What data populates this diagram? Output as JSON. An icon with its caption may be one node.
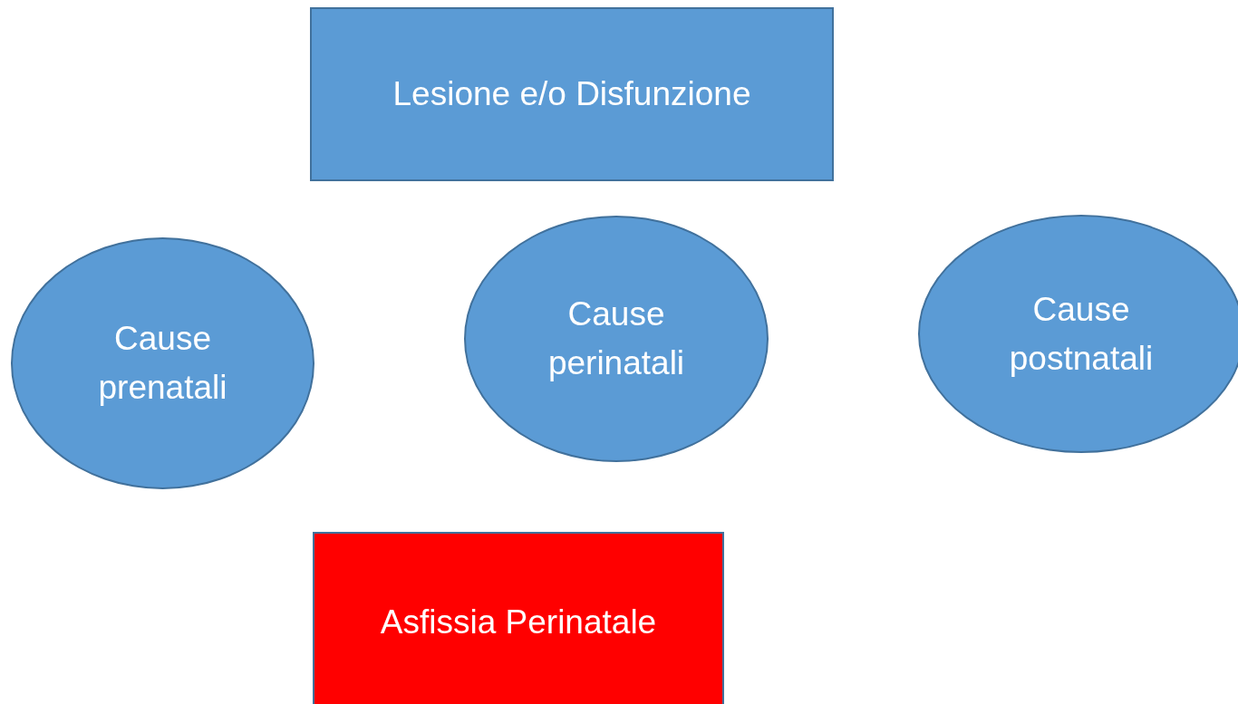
{
  "diagram": {
    "nodes": [
      {
        "text": [
          "Lesione e/o Disfunzione"
        ]
      },
      {
        "text": [
          "Cause prenatali"
        ]
      },
      {
        "text": [
          "Cause perinatali"
        ]
      },
      {
        "text": [
          "Cause postnatali"
        ]
      },
      {
        "text": [
          "Asfissia Perinatale"
        ]
      }
    ]
  }
}
